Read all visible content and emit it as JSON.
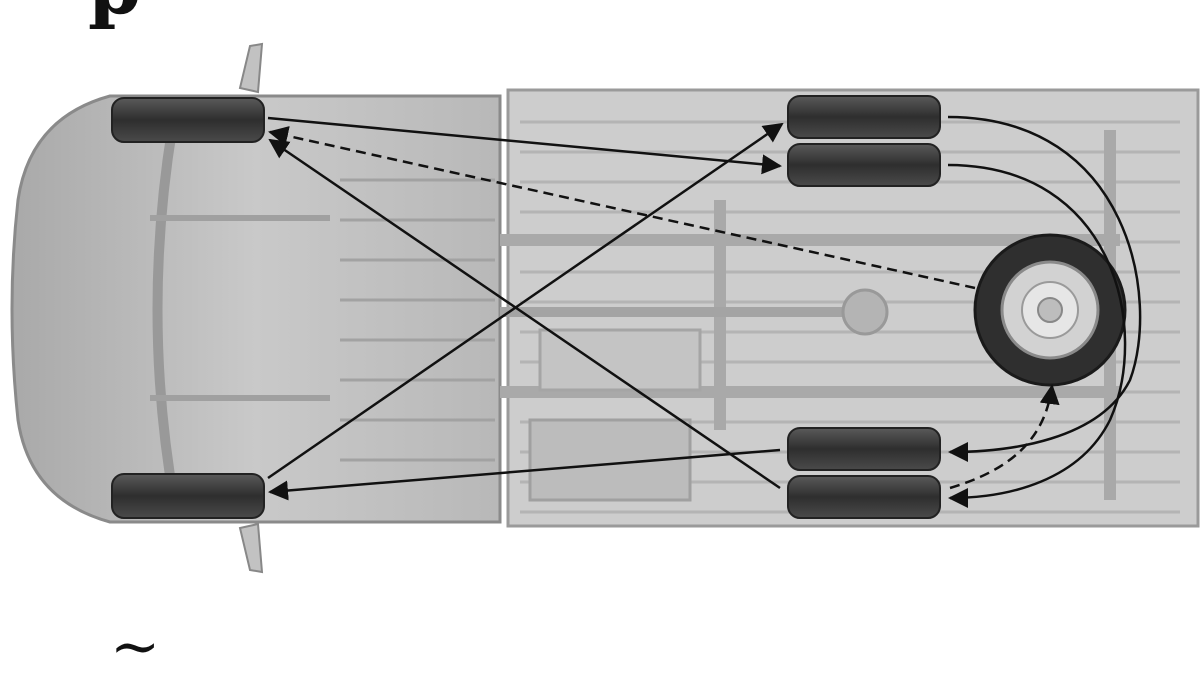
{
  "figure": {
    "fragment_top": "p",
    "fragment_bottom": "~"
  },
  "colors": {
    "body": "#bdbdbd",
    "body_dark": "#9a9a9a",
    "bed": "#cfcfcf",
    "frame": "#a8a8a8",
    "tire": "#3a3a3a",
    "tire_light": "#6a6a6a",
    "arrow": "#111111"
  },
  "icons": {
    "vehicle": "pickup-truck-top-view",
    "tire": "tire-icon",
    "spare": "spare-tire-icon"
  },
  "rotation": {
    "rear_dual_wheels": true,
    "has_spare_in_rotation": true,
    "moves_count": 8
  }
}
